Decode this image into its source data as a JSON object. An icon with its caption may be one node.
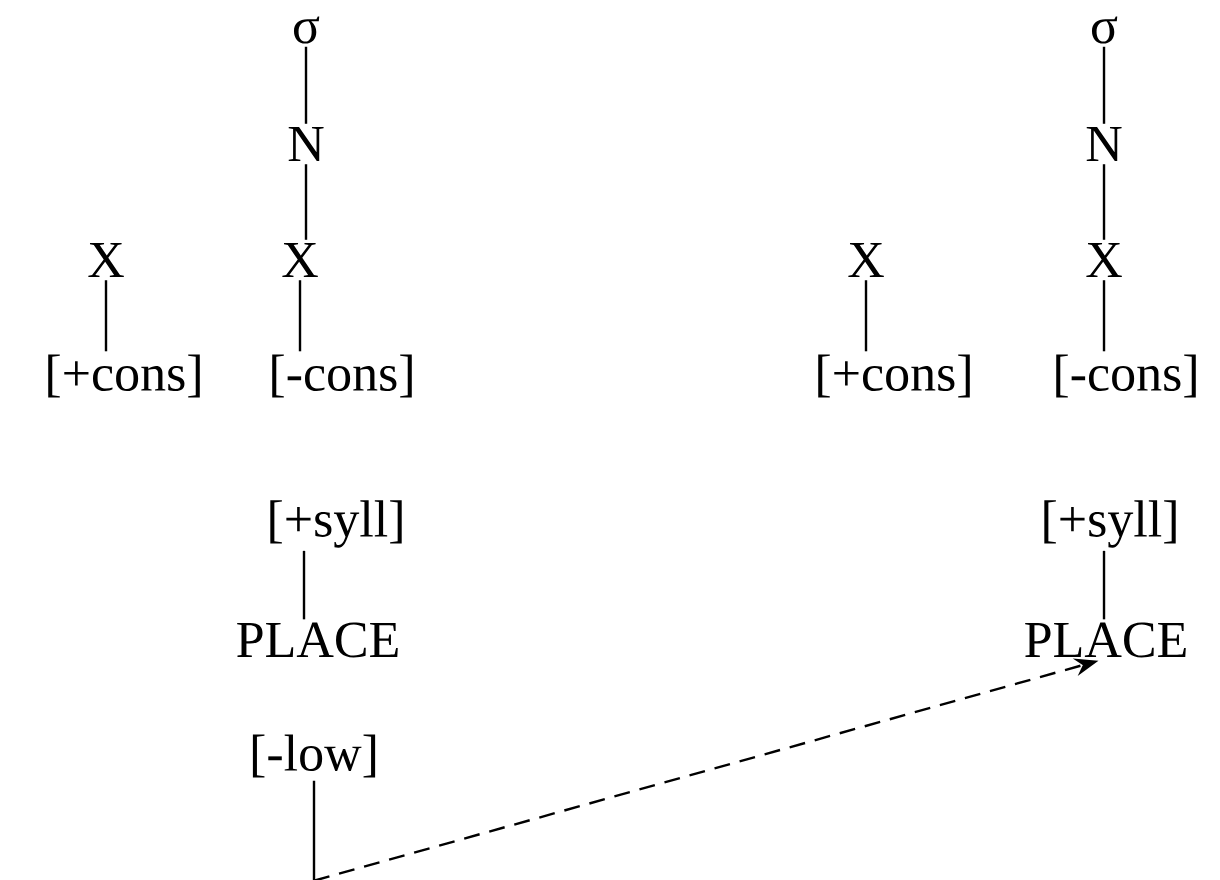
{
  "diagram": {
    "nodes": [
      {
        "text": [
          "σ"
        ]
      },
      {
        "text": [
          "N"
        ]
      },
      {
        "text": [
          "X"
        ]
      },
      {
        "text": [
          "X"
        ]
      },
      {
        "text": [
          "[+cons]"
        ]
      },
      {
        "text": [
          "[-cons]"
        ]
      },
      {
        "text": [
          "[+syll]"
        ]
      },
      {
        "text": [
          "PLACE"
        ]
      },
      {
        "text": [
          "[-low]"
        ]
      },
      {
        "text": [
          "σ"
        ]
      },
      {
        "text": [
          "N"
        ]
      },
      {
        "text": [
          "X"
        ]
      },
      {
        "text": [
          "X"
        ]
      },
      {
        "text": [
          "[+cons]"
        ]
      },
      {
        "text": [
          "[-cons]"
        ]
      },
      {
        "text": [
          "[+syll]"
        ]
      },
      {
        "text": [
          "PLACE"
        ]
      }
    ],
    "edges": [
      {
        "from": 0,
        "to": 1,
        "arrow": "none"
      },
      {
        "from": 1,
        "to": 3,
        "arrow": "none"
      },
      {
        "from": 2,
        "to": 4,
        "arrow": "none"
      },
      {
        "from": 3,
        "to": 5,
        "arrow": "none"
      },
      {
        "from": 6,
        "to": 7,
        "arrow": "none"
      },
      {
        "from": 9,
        "to": 10,
        "arrow": "none"
      },
      {
        "from": 10,
        "to": 12,
        "arrow": "none"
      },
      {
        "from": 11,
        "to": 13,
        "arrow": "none"
      },
      {
        "from": 12,
        "to": 14,
        "arrow": "none"
      },
      {
        "from": 15,
        "to": 16,
        "arrow": "none"
      },
      {
        "from": 8,
        "to": 16,
        "arrow": "to",
        "style": "dashed"
      }
    ]
  }
}
